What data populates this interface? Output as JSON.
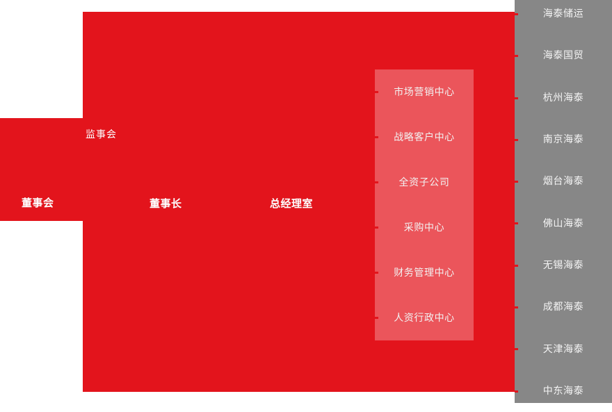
{
  "colors": {
    "brand_red": "#e3141c",
    "sidebar_gray": "#878787",
    "overlay_panel": "rgba(255,255,255,0.28)",
    "label_white": "#ffffff",
    "tick_red": "#e3141c"
  },
  "org_chart": {
    "top_level": [
      {
        "label": "董事会"
      },
      {
        "label": "监事会"
      },
      {
        "label": "董事长"
      },
      {
        "label": "总经理室"
      }
    ],
    "centers_panel": {
      "items": [
        {
          "label": "市场营销中心"
        },
        {
          "label": "战略客户中心"
        },
        {
          "label": "全资子公司"
        },
        {
          "label": "采购中心"
        },
        {
          "label": "财务管理中心"
        },
        {
          "label": "人资行政中心"
        }
      ]
    },
    "subsidiaries_sidebar": {
      "items": [
        {
          "label": "海泰储运"
        },
        {
          "label": "海泰国贸"
        },
        {
          "label": "杭州海泰"
        },
        {
          "label": "南京海泰"
        },
        {
          "label": "烟台海泰"
        },
        {
          "label": "佛山海泰"
        },
        {
          "label": "无锡海泰"
        },
        {
          "label": "成都海泰"
        },
        {
          "label": "天津海泰"
        },
        {
          "label": "中东海泰"
        }
      ]
    }
  }
}
